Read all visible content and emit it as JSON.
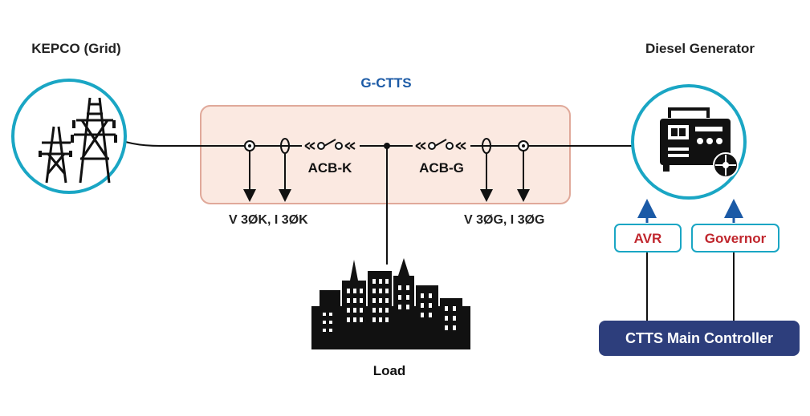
{
  "labels": {
    "grid": "KEPCO (Grid)",
    "generator": "Diesel Generator",
    "gctts": "G-CTTS",
    "acb_k": "ACB-K",
    "acb_g": "ACB-G",
    "meas_k": "V 3ØK, I 3ØK",
    "meas_g": "V 3ØG, I 3ØG",
    "load": "Load",
    "avr": "AVR",
    "governor": "Governor",
    "controller": "CTTS Main Controller"
  },
  "colors": {
    "circle_border": "#1aa6c4",
    "gctts_title": "#1b5aa6",
    "panel_fill": "#fbe9e1",
    "panel_border": "#e0a99a",
    "avr_governor_text": "#c0262d",
    "controller_fill": "#2d3e7c",
    "arrow_blue": "#1b5aa6",
    "line": "#111111"
  },
  "icons": {
    "grid": "transmission-towers-icon",
    "generator": "diesel-generator-icon",
    "load": "city-buildings-icon"
  }
}
